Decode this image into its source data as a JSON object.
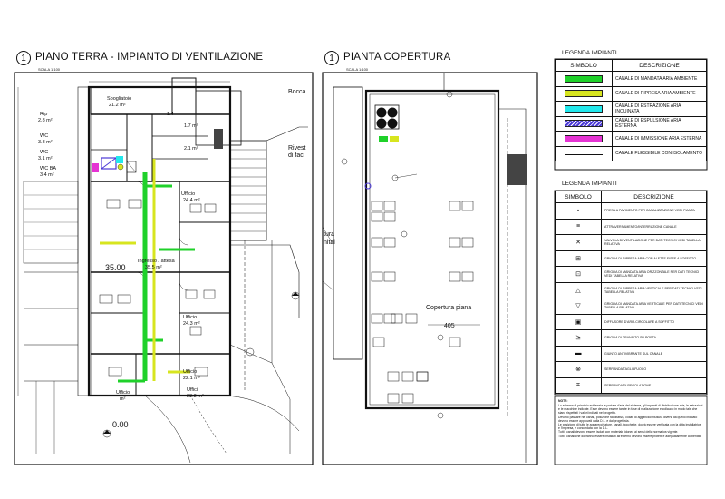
{
  "plan1": {
    "number": "1",
    "title": "PIANO TERRA - IMPIANTO DI VENTILAZIONE",
    "scale": "SCALA 1:100"
  },
  "plan2": {
    "number": "1",
    "title": "PIANTA COPERTURA",
    "scale": "SCALA 1:100"
  },
  "rooms": {
    "spogliatoio": "Spogliatoio",
    "spogliatoio_area": "21.2 m²",
    "rip": "Rip",
    "rip_area": "2.8 m²",
    "wc": "WC",
    "wc1_area": "3.8 m²",
    "wc2_area": "3.1 m²",
    "wcba": "WC BA",
    "wcba_area": "3.4 m²",
    "a17": "1.7 m²",
    "a21": "2.1 m²",
    "a14": "1.4",
    "uff1": "Ufficio",
    "uff1_area": "24.4 m²",
    "ingresso": "Ingresso / attesa",
    "ingresso_area": "35.5 m²",
    "uff2": "Ufficio",
    "uff2_area": "24.3 m²",
    "ufficio_s": "Ufficio",
    "uff3_area": "22.1 m²",
    "uff4": "Uffici",
    "uff4_area": "28.3 m²",
    "uff5": "Ufficio",
    "uff5_area": "m²",
    "lev3500": "35.00",
    "lev000": "0.00",
    "bocca": "Bocca",
    "rivest": "Rivest",
    "difac": "di fac",
    "copertura": "Copertura piana",
    "lev405": "405",
    "tura": "tura",
    "nital": "nital"
  },
  "legend1": {
    "title": "LEGENDA IMPIANTI",
    "col_symbol": "SIMBOLO",
    "col_desc": "DESCRIZIONE",
    "rows": [
      {
        "desc": "CANALE DI MANDATA ARIA AMBIENTE",
        "color": "#1fd12a",
        "pattern": "solid"
      },
      {
        "desc": "CANALE DI RIPRESA ARIA AMBIENTE",
        "color": "#d7e51f",
        "pattern": "solid"
      },
      {
        "desc": "CANALE DI ESTRAZIONE ARIA INQUINATA",
        "color": "#22e8ec",
        "pattern": "solid"
      },
      {
        "desc": "CANALE DI ESPULSIONE ARIA ESTERNA",
        "color": "#4c3ad6",
        "pattern": "hatch"
      },
      {
        "desc": "CANALE DI IMMISSIONE ARIA ESTERNA",
        "color": "#e533d3",
        "pattern": "solid"
      },
      {
        "desc": "CANALE FLESSIBILE CON ISOLAMENTO",
        "color": "#ffffff",
        "pattern": "double-line"
      }
    ]
  },
  "legend2": {
    "title": "LEGENDA IMPIANTI",
    "col_symbol": "SIMBOLO",
    "col_desc": "DESCRIZIONE",
    "rows": [
      {
        "symbol": "▪",
        "desc": "PRESA A PAVIMENTO PER CANALIZZAZIONE VEDI PIANTA"
      },
      {
        "symbol": "≡",
        "desc": "ATTRAVERSAMENTO/INTERRUZIONE CANALE"
      },
      {
        "symbol": "✕",
        "desc": "VALVOLA DI VENTILAZIONE PER DATI TECNICI VEDI TABELLA RELATIVA"
      },
      {
        "symbol": "⊞",
        "desc": "GRIGLIA DI RIPRESA ARIA CON ALETTE FISSE A SOFFITTO"
      },
      {
        "symbol": "⊡",
        "desc": "GRIGLIA DI MANDATA ARIA ORIZZONTALE PER DATI TECNICI VEDI TABELLA RELATIVA"
      },
      {
        "symbol": "△",
        "desc": "GRIGLIA DI RIPRESA ARIA VERTICALE PER DATI TECNICI VEDI TABELLA RELATIVA"
      },
      {
        "symbol": "▽",
        "desc": "GRIGLIA DI MANDATA ARIA VERTICALE PER DATI TECNICI VEDI TABELLA RELATIVA"
      },
      {
        "symbol": "▣",
        "desc": "DIFFUSORE D'ARIA CIRCOLARE A SOFFITTO"
      },
      {
        "symbol": "⪰",
        "desc": "GRIGLIA DI TRANSITO SU PORTA"
      },
      {
        "symbol": "▬",
        "desc": "GIUNTO ANTIVIBRANTE SUL CANALE"
      },
      {
        "symbol": "⊗",
        "desc": "SERRANDA TAGLIAFUOCO"
      },
      {
        "symbol": "⌗",
        "desc": "SERRANDA DI REGOLAZIONE"
      }
    ]
  },
  "notes": {
    "heading": "NOTE:",
    "text": "Lo schema di principio evidenzia le portate d'aria del sistema, gli impianti di distribuzione aria, le estrazioni e le macchine indicate. Esse devono essere tarate in fase di realizzazione e collaudo in modo tale che siano rispettati i valori indicati nel progetto.\nDevono passare nei canali, posizione facoltativa, collari di aggancio/chiusura diversi da quello indicato devono essere approvati dalla D.L. e dal progettista.\nLe posizione di tutte le apparecchiature, canali, bocchette, dovrà essere verificata con la ditta installatrice e l'impresa, e concordata con la D.L.\nTutti i canali devono essere isolati con materiale idoneo ai sensi della normativa vigente.\nTutti i canali che dovranno essere installati all'esterno devono essere protetti e adeguatamente coibentati."
  }
}
